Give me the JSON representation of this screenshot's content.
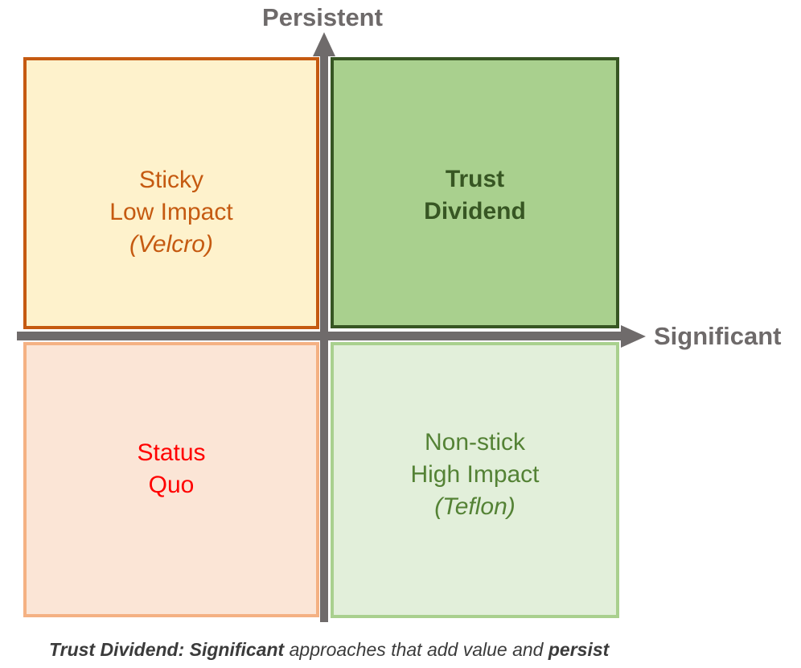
{
  "axes": {
    "vertical_label": "Persistent",
    "horizontal_label": "Significant",
    "axis_color": "#6F6B6B",
    "label_color": "#6E6A6A"
  },
  "quadrants": {
    "top_left": {
      "lines": [
        "Sticky",
        "Low Impact"
      ],
      "note": "(Velcro)",
      "bg_color": "#FEF2CC",
      "border_color": "#C55A11",
      "text_color": "#C55A11"
    },
    "top_right": {
      "lines": [
        "Trust",
        "Dividend"
      ],
      "bg_color": "#A9D08E",
      "border_color": "#375623",
      "text_color": "#375623"
    },
    "bottom_left": {
      "lines": [
        "Status",
        "Quo"
      ],
      "bg_color": "#FBE5D6",
      "border_color": "#F4B183",
      "text_color": "#FF0000"
    },
    "bottom_right": {
      "lines": [
        "Non-stick",
        "High Impact"
      ],
      "note": "(Teflon)",
      "bg_color": "#E2EFDA",
      "border_color": "#A9D08E",
      "text_color": "#548235"
    }
  },
  "caption": {
    "lead_bold": "Trust Dividend: Significant",
    "middle": " approaches that add value and ",
    "tail_bold": "persist",
    "color": "#3B3B3B"
  }
}
